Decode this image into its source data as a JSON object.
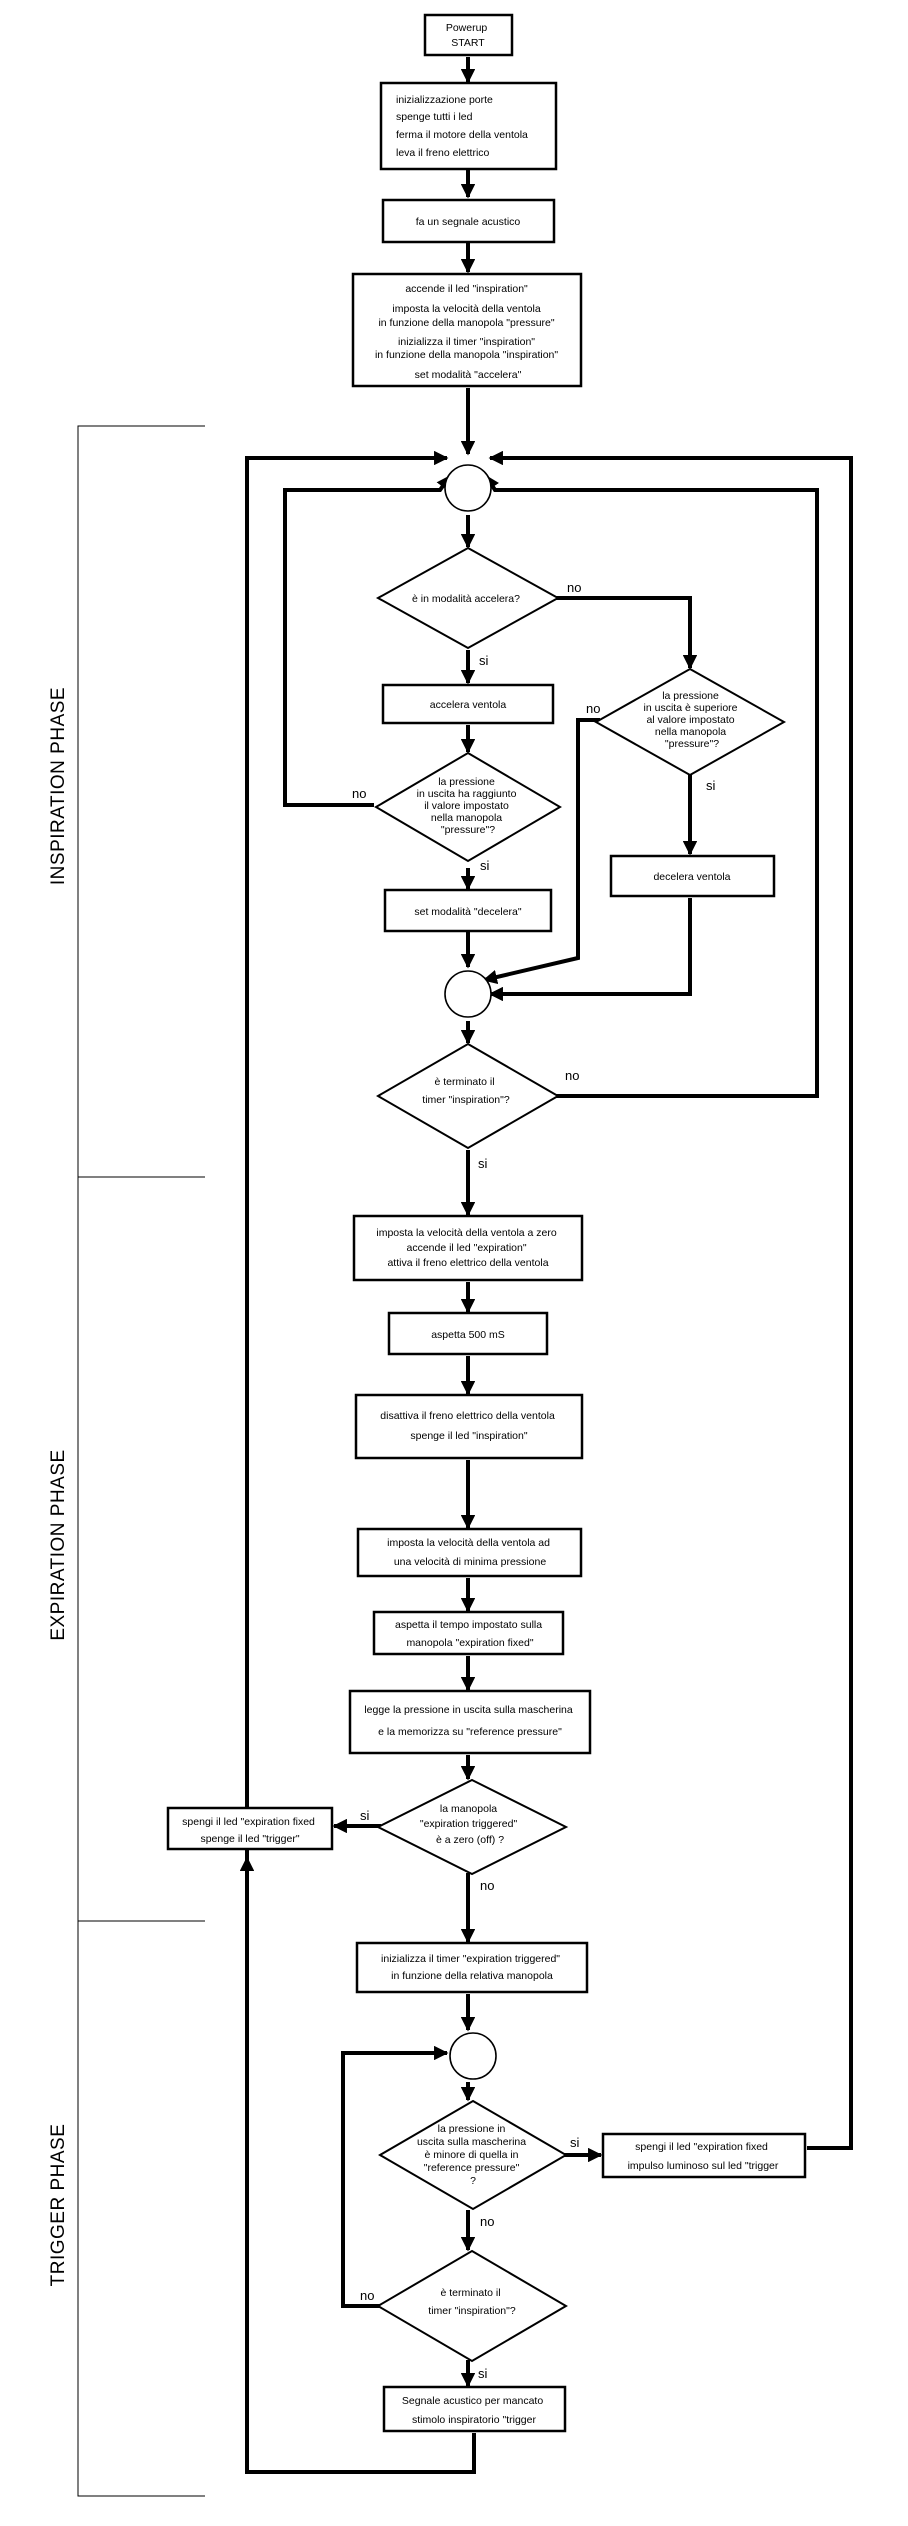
{
  "nodes": {
    "start": [
      "Powerup",
      "START"
    ],
    "init": [
      "inizializzazione porte",
      "spenge tutti i led",
      "ferma il motore della ventola",
      "leva il freno elettrico"
    ],
    "beep": [
      "fa un segnale acustico"
    ],
    "insp_setup": [
      "accende il led \"inspiration\"",
      "imposta la velocità della ventola",
      "in funzione della manopola \"pressure\"",
      "inizializza il timer \"inspiration\"",
      "in funzione della manopola \"inspiration\"",
      "set modalità \"accelera\""
    ],
    "q_accel": [
      "è in modalità accelera?"
    ],
    "accel_fan": [
      "accelera ventola"
    ],
    "q_reached": [
      "la pressione",
      "in uscita ha raggiunto",
      "il valore impostato",
      "nella manopola",
      "\"pressure\"?"
    ],
    "set_decel": [
      "set modalità \"decelera\""
    ],
    "q_above": [
      "la pressione",
      "in uscita è superiore",
      "al valore impostato",
      "nella manopola",
      "\"pressure\"?"
    ],
    "decel_fan": [
      "decelera ventola"
    ],
    "q_insp_timer": [
      "è terminato il",
      "timer \"inspiration\"?"
    ],
    "exp_setup": [
      "imposta la velocità della ventola a zero",
      "accende il led \"expiration\"",
      "attiva il freno elettrico della ventola"
    ],
    "wait500": [
      "aspetta 500 mS"
    ],
    "brake_off": [
      "disattiva il freno elettrico della ventola",
      "spenge il led \"inspiration\""
    ],
    "min_press": [
      "imposta la velocità della ventola ad",
      "una velocità di minima pressione"
    ],
    "wait_fixed": [
      "aspetta il tempo impostato sulla",
      "manopola \"expiration fixed\""
    ],
    "read_press": [
      "legge la pressione in uscita sulla mascherina",
      "e la memorizza su \"reference pressure\""
    ],
    "q_trig_zero": [
      "la manopola",
      "\"expiration triggered\"",
      "è a zero (off) ?"
    ],
    "leds_off": [
      "spengi il led \"expiration fixed",
      "spenge il led \"trigger\""
    ],
    "trig_timer": [
      "inizializza il timer \"expiration triggered\"",
      "in funzione della relativa manopola"
    ],
    "q_below": [
      "la pressione in",
      "uscita sulla mascherina",
      "è minore di quella in",
      "\"reference pressure\"",
      "?"
    ],
    "trig_led": [
      "spengi il led \"expiration fixed",
      "impulso luminoso sul led \"trigger"
    ],
    "q_insp_timer2": [
      "è terminato il",
      "timer \"inspiration\"?"
    ],
    "signal": [
      "Segnale acustico per mancato",
      "stimolo inspiratorio \"trigger"
    ]
  },
  "labels": {
    "yes": "si",
    "no": "no"
  },
  "phases": {
    "inspiration": "INSPIRATION PHASE",
    "expiration": "EXPIRATION PHASE",
    "trigger": "TRIGGER PHASE"
  },
  "colors": {
    "stroke": "#000000",
    "background": "#ffffff"
  }
}
